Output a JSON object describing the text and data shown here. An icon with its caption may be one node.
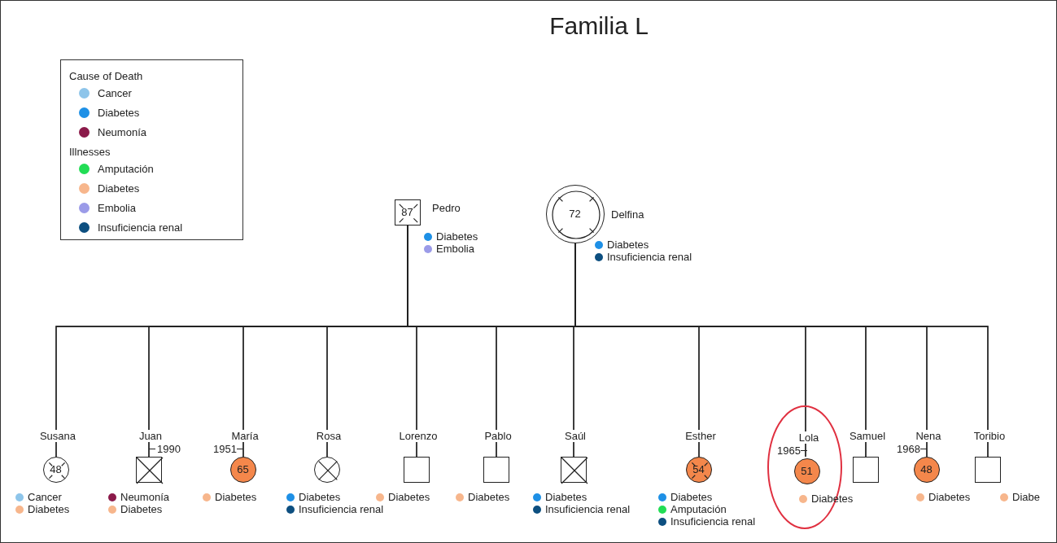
{
  "diagram": {
    "title": "Familia L",
    "nodes": [
      {
        "text": [
          "87",
          "Pedro"
        ],
        "beside": [
          "Diabetes",
          "Embolia"
        ]
      },
      {
        "text": [
          "72",
          "Delfina"
        ],
        "beside": [
          "Diabetes",
          "Insuficiencia renal"
        ]
      },
      {
        "text": [
          "Susana",
          "48"
        ],
        "beside": [
          "Cancer",
          "Diabetes"
        ]
      },
      {
        "text": [
          "Juan"
        ],
        "beside": [
          "1990",
          "Neumonía",
          "Diabetes"
        ]
      },
      {
        "text": [
          "María",
          "65"
        ],
        "beside": [
          "1951",
          "Diabetes"
        ]
      },
      {
        "text": [
          "Rosa"
        ],
        "beside": [
          "Diabetes",
          "Insuficiencia renal"
        ]
      },
      {
        "text": [
          "Lorenzo"
        ],
        "beside": [
          "Diabetes"
        ]
      },
      {
        "text": [
          "Pablo"
        ],
        "beside": [
          "Diabetes"
        ]
      },
      {
        "text": [
          "Saúl"
        ],
        "beside": [
          "Diabetes",
          "Insuficiencia renal"
        ]
      },
      {
        "text": [
          "Esther",
          "54"
        ],
        "beside": [
          "Diabetes",
          "Amputación",
          "Insuficiencia renal"
        ]
      },
      {
        "text": [],
        "shape": "ellipse"
      },
      {
        "text": [
          "Lola",
          "51"
        ],
        "in": 10,
        "beside": [
          "1965",
          "Diabetes"
        ]
      },
      {
        "text": [
          "Samuel"
        ]
      },
      {
        "text": [
          "Nena",
          "48"
        ],
        "beside": [
          "1968",
          "Diabetes"
        ]
      },
      {
        "text": [
          "Toribio"
        ],
        "beside": [
          "Diabe"
        ]
      }
    ],
    "edges": [
      {
        "from": 0,
        "to": 2,
        "arrow": "none"
      },
      {
        "from": 0,
        "to": 3,
        "arrow": "none"
      },
      {
        "from": 0,
        "to": 4,
        "arrow": "none"
      },
      {
        "from": 0,
        "to": 5,
        "arrow": "none"
      },
      {
        "from": 0,
        "to": 6,
        "arrow": "none"
      },
      {
        "from": 0,
        "to": 7,
        "arrow": "none"
      },
      {
        "from": 0,
        "to": 8,
        "arrow": "none"
      },
      {
        "from": 0,
        "to": 9,
        "arrow": "none"
      },
      {
        "from": 0,
        "to": 11,
        "arrow": "none"
      },
      {
        "from": 0,
        "to": 12,
        "arrow": "none"
      },
      {
        "from": 0,
        "to": 13,
        "arrow": "none"
      },
      {
        "from": 0,
        "to": 14,
        "arrow": "none"
      },
      {
        "from": 1,
        "to": 2,
        "arrow": "none"
      },
      {
        "from": 1,
        "to": 3,
        "arrow": "none"
      },
      {
        "from": 1,
        "to": 4,
        "arrow": "none"
      },
      {
        "from": 1,
        "to": 5,
        "arrow": "none"
      },
      {
        "from": 1,
        "to": 6,
        "arrow": "none"
      },
      {
        "from": 1,
        "to": 7,
        "arrow": "none"
      },
      {
        "from": 1,
        "to": 8,
        "arrow": "none"
      },
      {
        "from": 1,
        "to": 9,
        "arrow": "none"
      },
      {
        "from": 1,
        "to": 11,
        "arrow": "none"
      },
      {
        "from": 1,
        "to": 12,
        "arrow": "none"
      },
      {
        "from": 1,
        "to": 13,
        "arrow": "none"
      },
      {
        "from": 1,
        "to": 14,
        "arrow": "none"
      }
    ],
    "labels": [
      "Cause of Death",
      "Illnesses"
    ],
    "legend": [
      {
        "text": "Cancer",
        "color": "#8ec5ea"
      },
      {
        "text": "Diabetes",
        "color": "#1e90e6"
      },
      {
        "text": "Neumonía",
        "color": "#8b1a4a"
      },
      {
        "text": "Amputación",
        "color": "#22dd55"
      },
      {
        "text": "Diabetes",
        "color": "#f7b68c"
      },
      {
        "text": "Embolia",
        "color": "#9b9be8"
      },
      {
        "text": "Insuficiencia renal",
        "color": "#0d4f80"
      }
    ]
  }
}
